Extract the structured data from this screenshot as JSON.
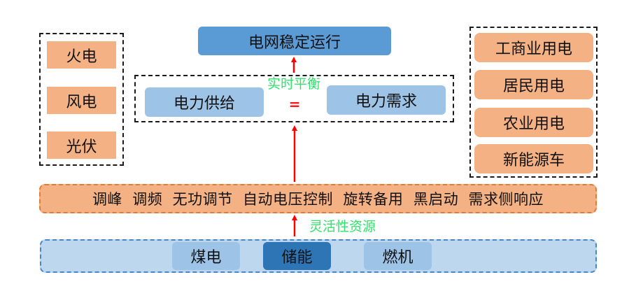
{
  "grid_stable": "电网稳定运行",
  "realtime_balance": "实时平衡",
  "power_supply": "电力供给",
  "equals": "=",
  "power_demand": "电力需求",
  "sources": [
    "火电",
    "风电",
    "光伏"
  ],
  "loads": [
    "工商业用电",
    "居民用电",
    "农业用电",
    "新能源车"
  ],
  "services": "调峰  调频  无功调节  自动电压控制  旋转备用  黑启动  需求侧响应",
  "flexible_resources": "灵活性资源",
  "resources": [
    "煤电",
    "储能",
    "燃机"
  ],
  "colors": {
    "orange_fill": "#f4b183",
    "blue_dark": "#5b9bd5",
    "blue_light": "#9dc3e6",
    "arrow_red": "#ff0000",
    "label_green": "#2ee36a"
  }
}
